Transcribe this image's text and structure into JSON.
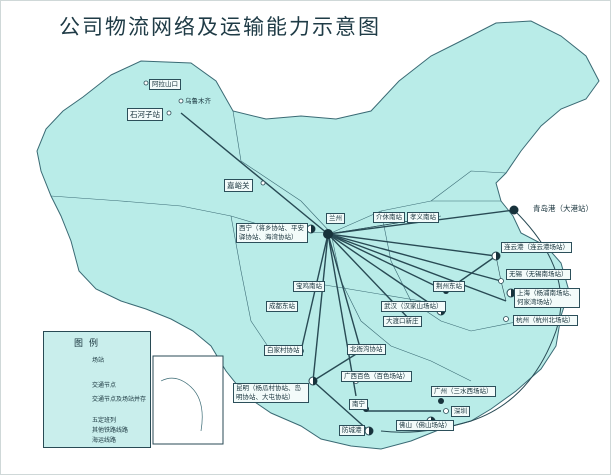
{
  "title": "公司物流网络及运输能力示意图",
  "colors": {
    "land": "#b9ece8",
    "sea": "#ffffff",
    "border": "#3a6a74",
    "line": "#284a54"
  },
  "cities": {
    "alashankou": "阿拉山口",
    "urumqi": "乌鲁木齐",
    "shihezi": "石河子站",
    "jiayuguan": "嘉峪关",
    "lanzhou": "兰州",
    "xining": "西宁（将乡协站、平安驿协站、海湾协站）",
    "taiyuan": "介休南站",
    "xiaoyi": "孝义南站",
    "qingdao": "青岛港（大港站）",
    "lianyungang": "连云港（连云港场站）",
    "wuxi": "无锡（无锡南场站）",
    "shanghai": "上海（杨浦南场站、何家湾场站）",
    "hangzhou": "杭州（杭州北场站）",
    "jingmen": "荆州东站",
    "wuhan": "武汉（汉家山场站）",
    "chongqing": "大渡口新庄",
    "tianshui": "宝鸡南站",
    "chengdu": "成都东站",
    "baishi": "白家村协站",
    "guiyang": "北衙沟协站",
    "lichuan": "广西百色（百色场站）",
    "kunming": "昆明（杨瓜村协站、岛明协站、大屯协站）",
    "nanning": "南宁",
    "guangzhou": "广州（三水西场站）",
    "shenzhen": "深圳",
    "foshan": "佛山（佛山场站）",
    "fangcheng": "防城港"
  },
  "legend": {
    "title": "图例",
    "items": [
      "场站",
      "交通节点",
      "交通节点及场站并存",
      "五定班列",
      "其他铁路线路",
      "海运线路"
    ]
  }
}
